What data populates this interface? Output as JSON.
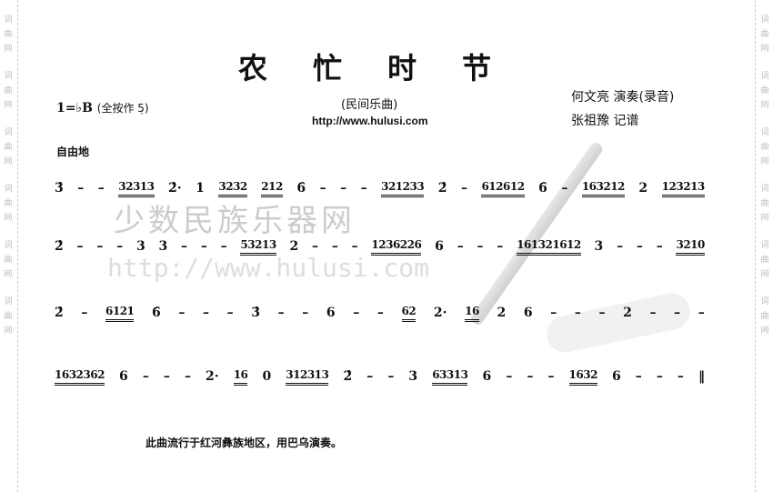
{
  "side_mark": [
    "词",
    "曲",
    "网"
  ],
  "title": "农忙时节",
  "subtitle": "(民间乐曲)",
  "url": "http://www.hulusi.com",
  "key": {
    "main": "1=♭B",
    "fingering": "(全按作 5̣)"
  },
  "performer": "何文亮 演奏(录音)",
  "notator": "张祖豫 记谱",
  "tempo": "自由地",
  "watermark": {
    "text": "少数民族乐器网",
    "url": "http://www.hulusi.com"
  },
  "lines": [
    [
      "3̂",
      "–",
      "–",
      "32313",
      "2̂·",
      "1",
      "3232",
      "212",
      "6̂",
      "–",
      "–",
      "–",
      "321233",
      "2̂",
      "–",
      "612612",
      "6̂",
      "–",
      "163212",
      "2",
      "123213"
    ],
    [
      "2̂",
      "–",
      "–",
      "–",
      "3",
      "3",
      "–",
      "–",
      "–",
      "53213",
      "2",
      "–",
      "–",
      "–",
      "1236226",
      "6",
      "–",
      "–",
      "–",
      "161321612",
      "3",
      "–",
      "–",
      "–",
      "3210"
    ],
    [
      "2̂",
      "–",
      "6121",
      "6̂",
      "–",
      "–",
      "–",
      "3̂",
      "–",
      "–",
      "6",
      "–",
      "–",
      "62",
      "2·",
      "16",
      "2",
      "6",
      "–",
      "–",
      "–",
      "2",
      "–",
      "–",
      "–"
    ],
    [
      "1632362",
      "6",
      "–",
      "–",
      "–",
      "2·",
      "16",
      "0",
      "312313",
      "2̂",
      "–",
      "–",
      "3",
      "63313",
      "6",
      "–",
      "–",
      "–",
      "1632",
      "6",
      "–",
      "–",
      "–",
      "‖"
    ]
  ],
  "footer": "此曲流行于红河彝族地区，用巴乌演奏。"
}
